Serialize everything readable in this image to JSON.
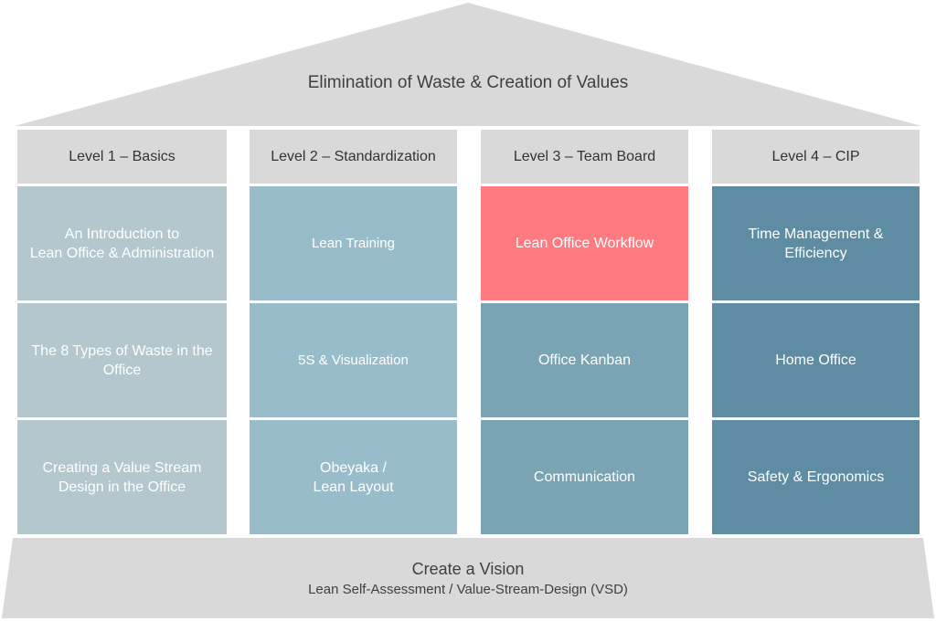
{
  "roof": {
    "title": "Elimination of Waste & Creation of Values"
  },
  "columns": [
    {
      "header": "Level 1 – Basics",
      "color": "#b3c7cd",
      "cells": [
        "An Introduction to\nLean Office & Administration",
        "The 8 Types of Waste in the\nOffice",
        "Creating a Value Stream\nDesign in the Office"
      ]
    },
    {
      "header": "Level 2 – Standardization",
      "color": "#99bccb",
      "cells": [
        "Lean Training",
        "5S & Visualization",
        "Obeyaka /\nLean Layout"
      ]
    },
    {
      "header": "Level 3 – Team Board",
      "color": "#7aa3b4",
      "highlight_color": "#ff7b80",
      "cells": [
        "Lean Office Workflow",
        "Office Kanban",
        "Communication"
      ]
    },
    {
      "header": "Level 4 – CIP",
      "color": "#5e8ca2",
      "cells": [
        "Time Management &\nEfficiency",
        "Home Office",
        "Safety & Ergonomics"
      ]
    }
  ],
  "base": {
    "title": "Create a Vision",
    "subtitle": "Lean Self-Assessment / Value-Stream-Design (VSD)"
  },
  "colors": {
    "roof": "#d9d9d9",
    "base": "#d9d9d9",
    "header": "#d9d9d9"
  }
}
